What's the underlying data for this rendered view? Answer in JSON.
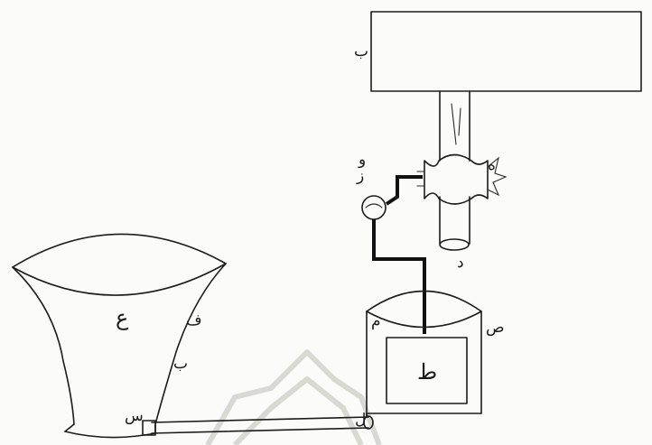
{
  "labels": {
    "reservoir": "ب",
    "valve_top": "و",
    "valve_right": "ز",
    "pipe_end": "د",
    "valve_side": "ه",
    "vessel_right": "ص",
    "vessel_left": "م",
    "float_box": "ط",
    "bottom_joint": "ل",
    "funnel_main": "ع",
    "funnel_side": "ف",
    "funnel_lower": "ب",
    "funnel_base": "س"
  },
  "colors": {
    "ink": "#1c1c1c",
    "paper": "#fbfbf9",
    "watermark": "#d9d9d4"
  }
}
